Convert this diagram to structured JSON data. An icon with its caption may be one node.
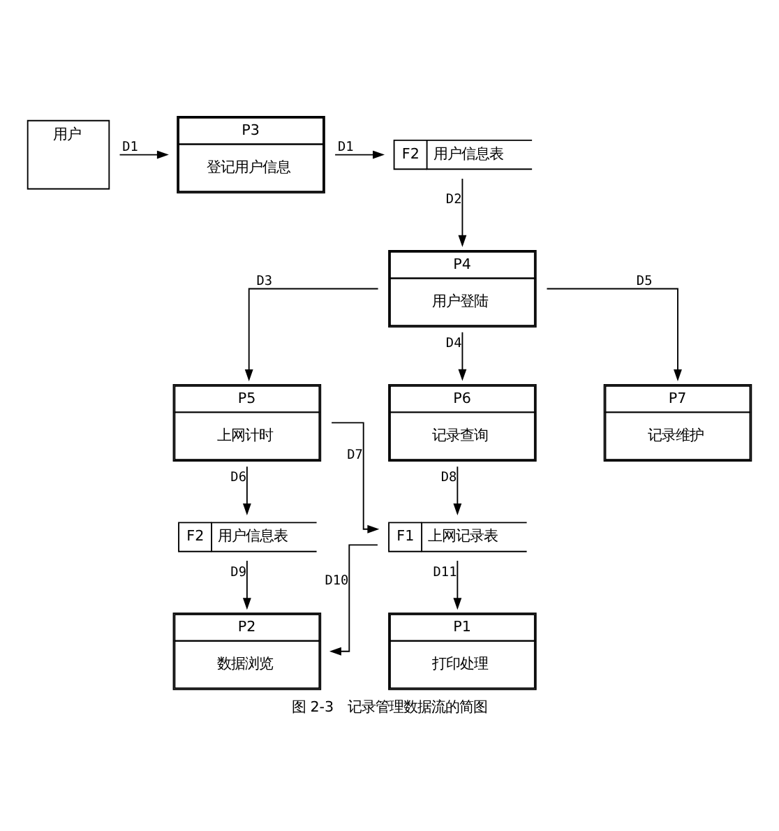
{
  "diagram": {
    "caption": "图 2-3　记录管理数据流的简图",
    "nodes": [
      {
        "text": [
          "用户"
        ]
      },
      {
        "text": [
          "P3",
          "登记用户信息"
        ]
      },
      {
        "text": [
          "F2",
          "用户信息表"
        ]
      },
      {
        "text": [
          "P4",
          "用户登陆"
        ]
      },
      {
        "text": [
          "P5",
          "上网计时"
        ]
      },
      {
        "text": [
          "P6",
          "记录查询"
        ]
      },
      {
        "text": [
          "P7",
          "记录维护"
        ]
      },
      {
        "text": [
          "F2",
          "用户信息表"
        ]
      },
      {
        "text": [
          "F1",
          "上网记录表"
        ]
      },
      {
        "text": [
          "P2",
          "数据浏览"
        ]
      },
      {
        "text": [
          "P1",
          "打印处理"
        ]
      }
    ],
    "edges": [
      {
        "from": 0,
        "to": 1,
        "arrow": "to",
        "label": "D1"
      },
      {
        "from": 1,
        "to": 2,
        "arrow": "to",
        "label": "D1"
      },
      {
        "from": 2,
        "to": 3,
        "arrow": "to",
        "label": "D2"
      },
      {
        "from": 3,
        "to": 4,
        "arrow": "to",
        "label": "D3"
      },
      {
        "from": 3,
        "to": 5,
        "arrow": "to",
        "label": "D4"
      },
      {
        "from": 3,
        "to": 6,
        "arrow": "to",
        "label": "D5"
      },
      {
        "from": 4,
        "to": 7,
        "arrow": "to",
        "label": "D6"
      },
      {
        "from": 4,
        "to": 8,
        "arrow": "to",
        "label": "D7"
      },
      {
        "from": 5,
        "to": 8,
        "arrow": "to",
        "label": "D8"
      },
      {
        "from": 7,
        "to": 9,
        "arrow": "to",
        "label": "D9"
      },
      {
        "from": 8,
        "to": 9,
        "arrow": "to",
        "label": "D10"
      },
      {
        "from": 8,
        "to": 10,
        "arrow": "to",
        "label": "D11"
      }
    ]
  }
}
